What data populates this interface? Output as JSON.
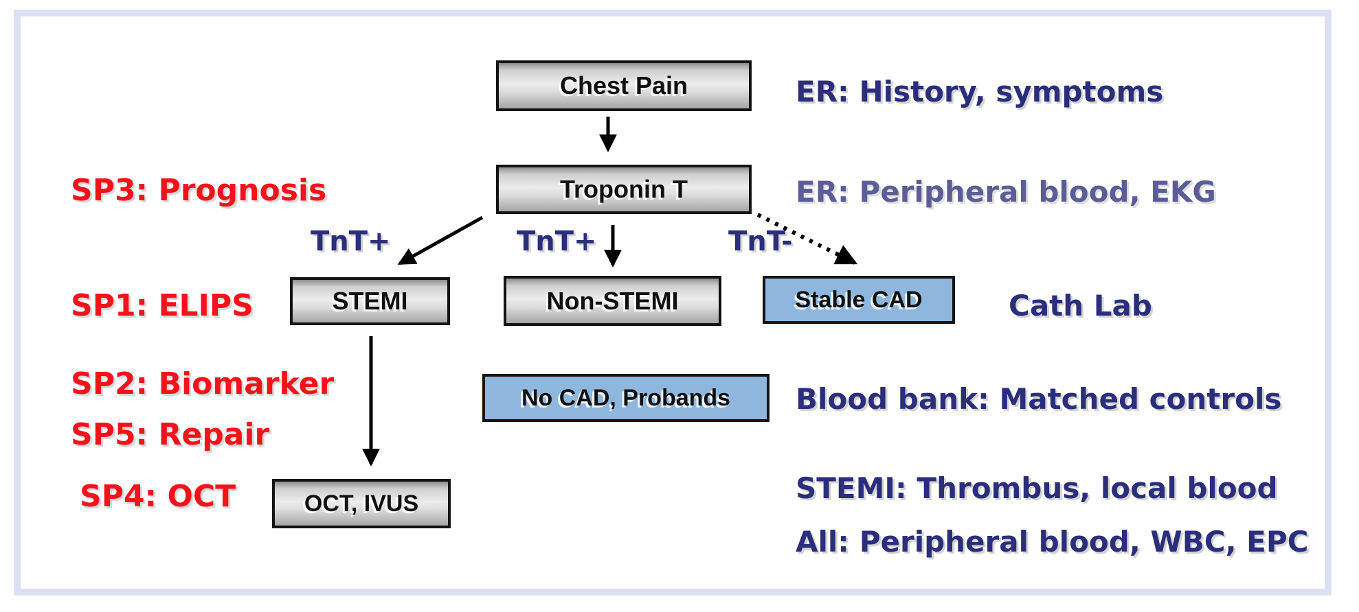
{
  "diagram_title": "Chest pain triage and study flowchart",
  "nodes": {
    "chest_pain": "Chest Pain",
    "troponin": "Troponin T",
    "stemi": "STEMI",
    "non_stemi": "Non-STEMI",
    "stable_cad": "Stable CAD",
    "no_cad": "No CAD, Probands",
    "oct_ivus": "OCT, IVUS"
  },
  "branch_labels": {
    "tnt_pos_left": "TnT+",
    "tnt_pos_mid": "TnT+",
    "tnt_neg": "TnT-"
  },
  "study_labels": {
    "sp3": "SP3: Prognosis",
    "sp1": "SP1: ELIPS",
    "sp2": "SP2: Biomarker",
    "sp5": "SP5: Repair",
    "sp4": "SP4: OCT"
  },
  "site_labels": {
    "er_history": "ER: History, symptoms",
    "er_peripheral": "ER: Peripheral blood, EKG",
    "cath_lab": "Cath Lab",
    "blood_bank": "Blood bank: Matched controls",
    "stemi_thrombus": "STEMI: Thrombus, local blood",
    "all_peripheral": "All: Peripheral blood, WBC, EPC"
  },
  "colors": {
    "red": "#f8101b",
    "navy": "#2a2e7b",
    "slate": "#5c5d97",
    "box_blue": "#8fb7de",
    "frame_border": "#dbe1f2",
    "arrow": "#000000"
  }
}
